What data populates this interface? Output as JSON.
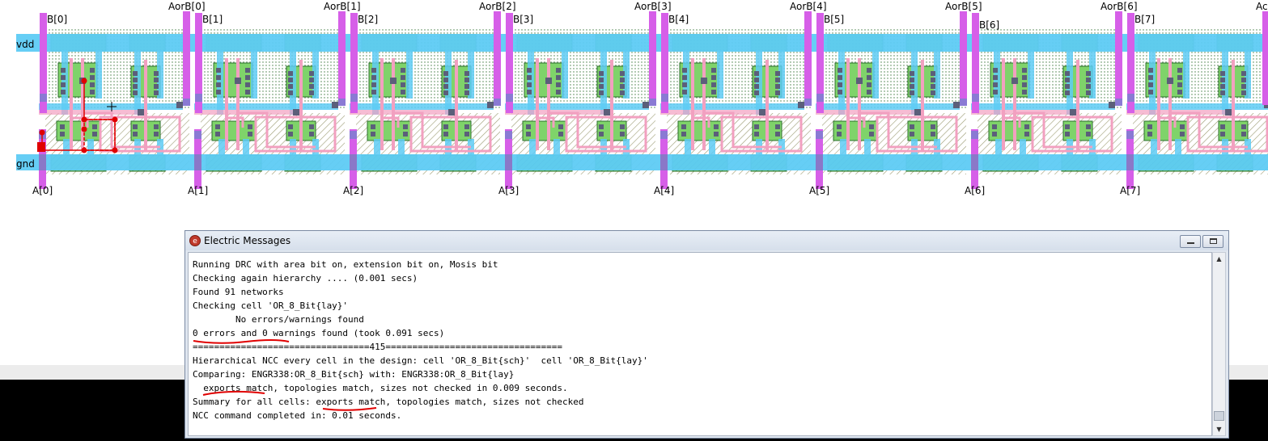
{
  "layout": {
    "rails": [
      "vdd",
      "gnd"
    ],
    "top_labels": [
      "B[0]",
      "AorB[0]",
      "B[1]",
      "AorB[1]",
      "B[2]",
      "AorB[2]",
      "B[3]",
      "AorB[3]",
      "B[4]",
      "AorB[4]",
      "B[5]",
      "AorB[5]",
      "B[6]",
      "AorB[6]",
      "B[7]",
      "Ac"
    ],
    "bottom_labels": [
      "A[0]",
      "A[1]",
      "A[2]",
      "A[3]",
      "A[4]",
      "A[5]",
      "A[6]",
      "A[7]"
    ]
  },
  "messages_window": {
    "title": "Electric Messages",
    "app_icon": "electric-app-icon",
    "lines": [
      "Running DRC with area bit on, extension bit on, Mosis bit",
      "Checking again hierarchy .... (0.001 secs)",
      "Found 91 networks",
      "Checking cell 'OR_8_Bit{lay}'",
      "        No errors/warnings found",
      "0 errors and 0 warnings found (took 0.091 secs)",
      "=================================415=================================",
      "Hierarchical NCC every cell in the design: cell 'OR_8_Bit{sch}'  cell 'OR_8_Bit{lay}'",
      "Comparing: ENGR338:OR_8_Bit{sch} with: ENGR338:OR_8_Bit{lay}",
      "  exports match, topologies match, sizes not checked in 0.009 seconds.",
      "Summary for all cells: exports match, topologies match, sizes not checked",
      "NCC command completed in: 0.01 seconds."
    ]
  },
  "colors": {
    "metal1": "#5ecbf4",
    "metal2": "#d65fe8",
    "active": "#7fd36a",
    "poly": "#f2a0c0",
    "contact": "#5b5f7a",
    "annotation_red": "#e00000"
  }
}
